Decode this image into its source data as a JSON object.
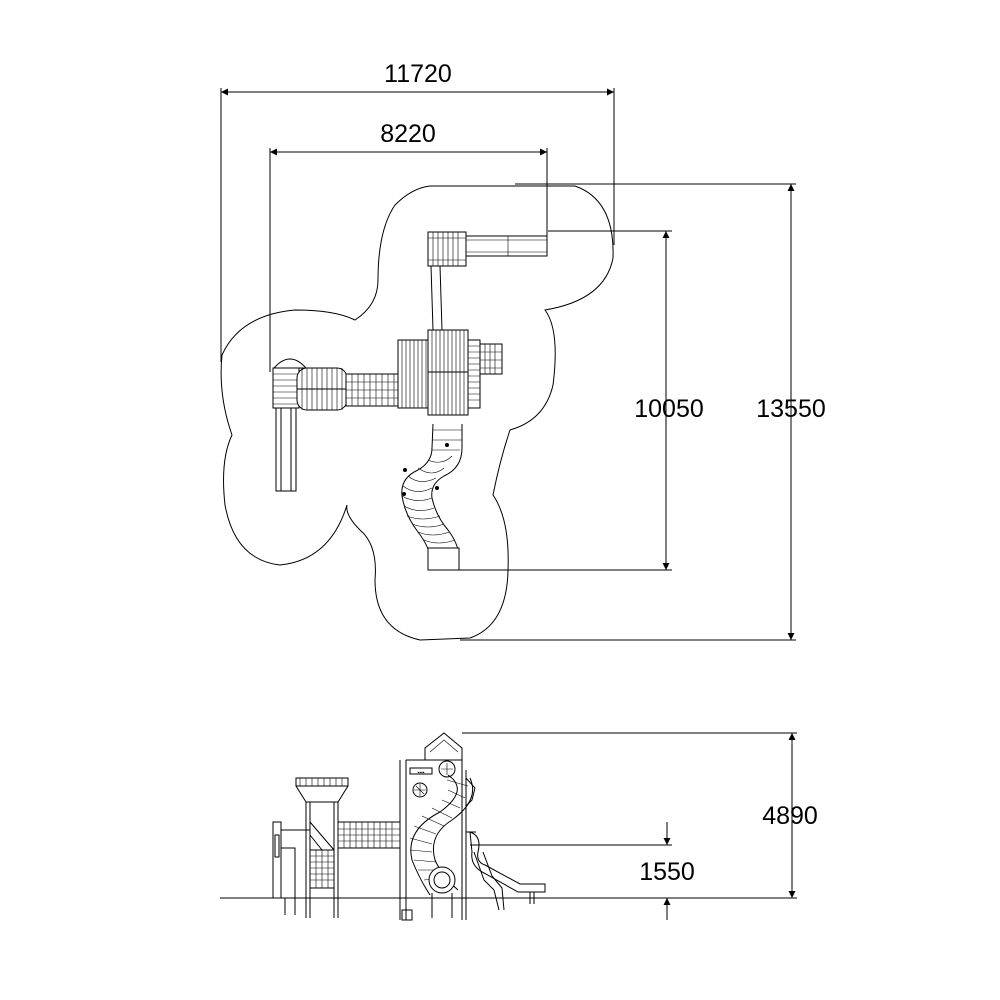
{
  "plan_view": {
    "dimensions": {
      "overall_width": "11720",
      "inner_width": "8220",
      "inner_depth": "10050",
      "overall_depth": "13550"
    }
  },
  "elevation_view": {
    "dimensions": {
      "total_height": "4890",
      "platform_height": "1550"
    }
  }
}
